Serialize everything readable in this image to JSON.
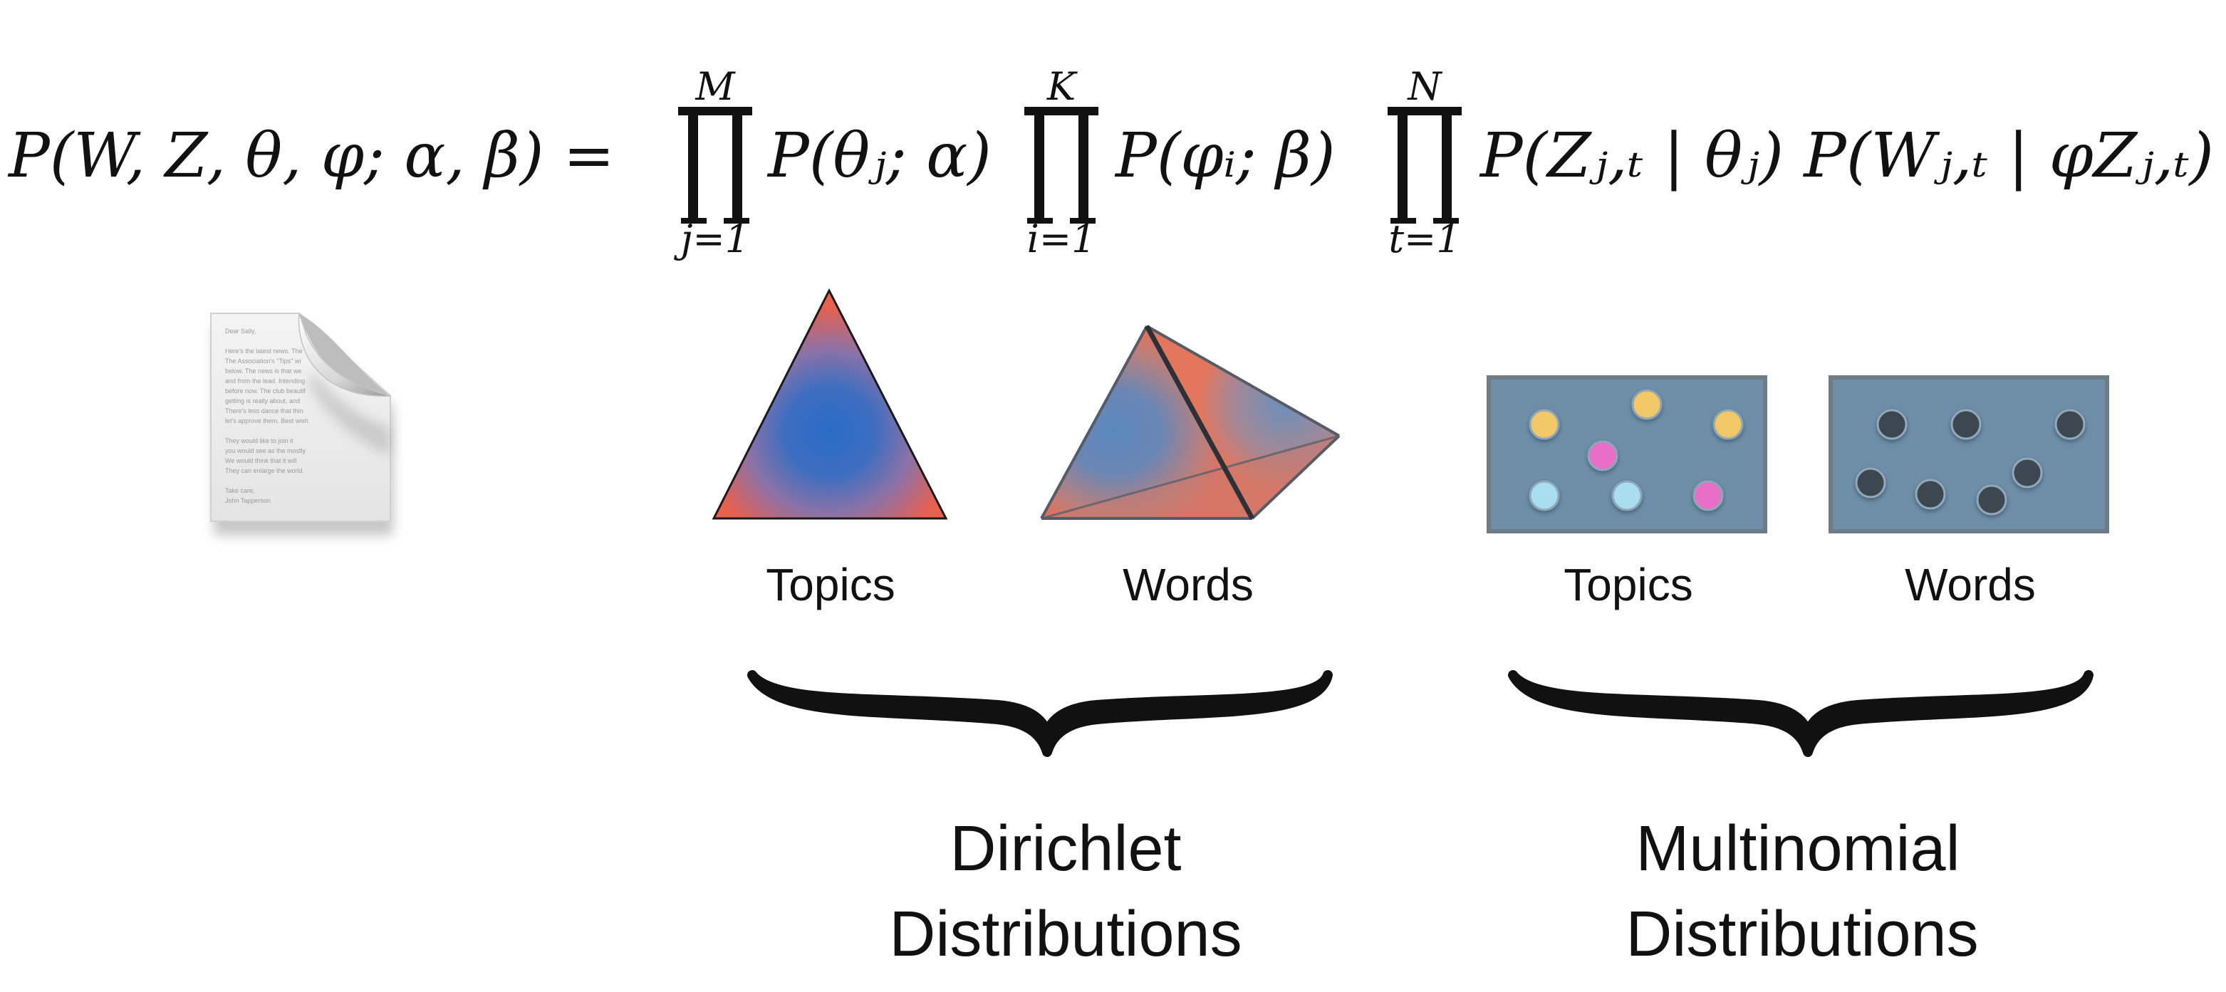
{
  "formula": {
    "lhs": "P(W, Z, θ, φ; α, β) =",
    "products": [
      {
        "upper": "M",
        "lower": "j=1",
        "term": "P(θⱼ; α)"
      },
      {
        "upper": "K",
        "lower": "i=1",
        "term": "P(φᵢ; β)"
      },
      {
        "upper": "N",
        "lower": "t=1",
        "term": "P(Zⱼ,ₜ | θⱼ) P(Wⱼ,ₜ | φZⱼ,ₜ)"
      }
    ]
  },
  "document_icon_lines": [
    "Dear Sally,",
    "",
    "Here's the latest news. The",
    "The Association's \"Tips\" wi",
    "below. The news is that we",
    "and from the lead. Intending",
    "before now. The club beautif",
    "getting is really about, and",
    "There's less dance that thin",
    "let's approve them. Best wish",
    "",
    "They would like to join it",
    "you would see as the mostly",
    "We would think that it will",
    "They can enlarge the world.",
    "",
    "Take care,",
    "John Tapperson"
  ],
  "dirichlet": {
    "topics_label": "Topics",
    "words_label": "Words",
    "group_label_line1": "Dirichlet",
    "group_label_line2": "Distributions"
  },
  "multinomial": {
    "topics_label": "Topics",
    "words_label": "Words",
    "group_label_line1": "Multinomial",
    "group_label_line2": "Distributions"
  },
  "colors": {
    "simplex_center": "#2a6bc8",
    "simplex_edge": "#e8604e",
    "box_fill": "#6e8ea8",
    "box_border": "#6f7b85",
    "topic_yellow": "#f2c866",
    "topic_pink": "#e86ec8",
    "topic_cyan": "#a8def0",
    "word_dark": "#3e4650"
  }
}
